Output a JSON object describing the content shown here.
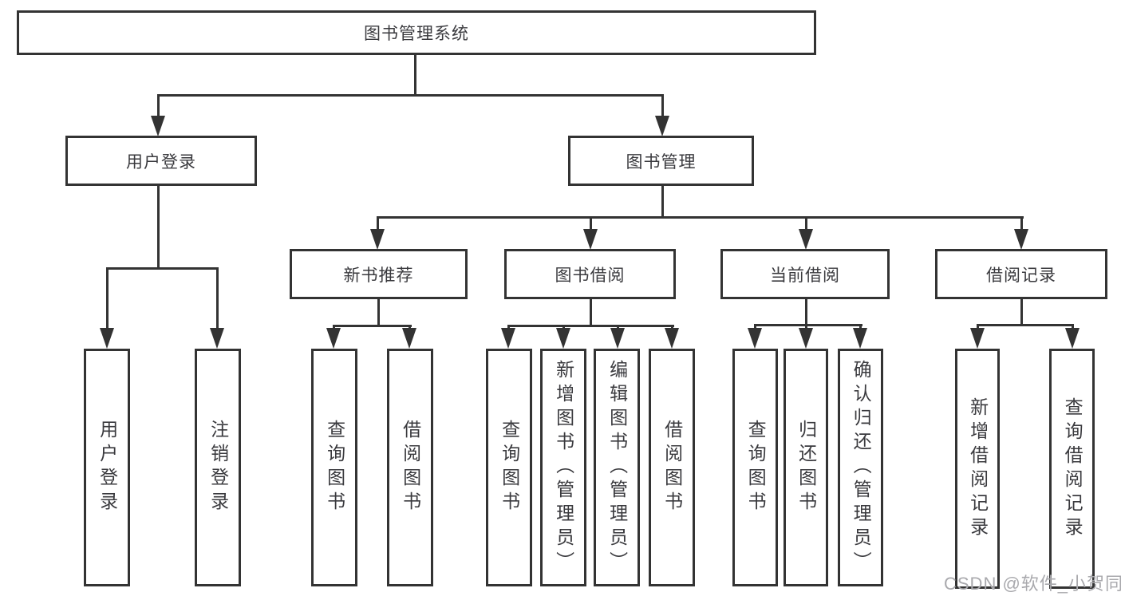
{
  "colors": {
    "line": "#333333",
    "text": "#3a3a3e",
    "background": "#ffffff",
    "watermark": "#a9a9ad"
  },
  "watermark": {
    "text": "CSDN @软件_小贺同学"
  },
  "tree": {
    "label": "图书管理系统",
    "children": [
      {
        "label": "用户登录",
        "children": [
          {
            "label": "用户登录"
          },
          {
            "label": "注销登录"
          }
        ]
      },
      {
        "label": "图书管理",
        "children": [
          {
            "label": "新书推荐",
            "children": [
              {
                "label": "查询图书"
              },
              {
                "label": "借阅图书"
              }
            ]
          },
          {
            "label": "图书借阅",
            "children": [
              {
                "label": "查询图书"
              },
              {
                "label": "新增图书（管理员）"
              },
              {
                "label": "编辑图书（管理员）"
              },
              {
                "label": "借阅图书"
              }
            ]
          },
          {
            "label": "当前借阅",
            "children": [
              {
                "label": "查询图书"
              },
              {
                "label": "归还图书"
              },
              {
                "label": "确认归还（管理员）"
              }
            ]
          },
          {
            "label": "借阅记录",
            "children": [
              {
                "label": "新增借阅记录"
              },
              {
                "label": "查询借阅记录"
              }
            ]
          }
        ]
      }
    ]
  }
}
